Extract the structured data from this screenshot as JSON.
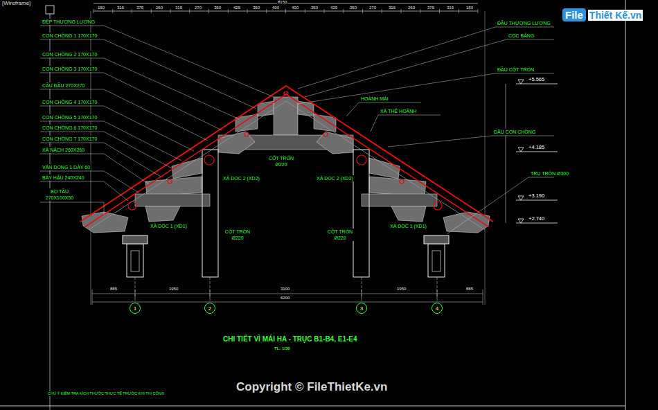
{
  "diagram": {
    "title": "CHI TIẾT VÌ MÁI HA - TRỤC B1-B4, E1-E4",
    "caption": "TL: 1/30",
    "nodes": [
      {
        "text": [
          "1"
        ]
      },
      {
        "text": [
          "2"
        ]
      },
      {
        "text": [
          "3"
        ]
      },
      {
        "text": [
          "4"
        ]
      },
      {
        "text": [
          "File",
          "Thiết Kế.vn"
        ]
      }
    ],
    "labels": [
      "[Wireframe]",
      "8150",
      "150",
      "315",
      "375",
      "260",
      "315",
      "270",
      "350",
      "425",
      "350",
      "400",
      "400",
      "350",
      "425",
      "350",
      "270",
      "315",
      "260",
      "375",
      "315",
      "150",
      "ĐỆP THƯỢNG LƯƠNG",
      "CON CHỒNG 1 170X170",
      "CON CHỒNG 2 170X170",
      "CON CHỒNG 3 170X170",
      "CẦU ĐẦU 270X270",
      "CON CHỒNG 4 170X170",
      "CON CHỒNG 5 170X170",
      "CON CHỒNG 6 170X170",
      "CON CHỒNG 7 170X170",
      "XÀ NÁCH 260X260",
      "VÁN DONG 1 DÀY 60",
      "BẨY HẬU 240X240",
      "BỌ TẦU 270X100X50",
      "ĐẦU THƯỢNG LƯƠNG",
      "CỌC BÁNG",
      "ĐẦU CỘT TRỐN",
      "HOÀNH MÁI",
      "XÀ THỂ HOÀNH",
      "ĐẦU CON CHỒNG",
      "TRỤ TRÒN Ø300",
      "+5.565",
      "+4.185",
      "+3.190",
      "+2.740",
      "CỘT TRỐN Ø220",
      "XÀ DỌC 2 (XD2)",
      "XÀ DỌC 2 (XD2)",
      "XÀ DỌC 1 (XD1)",
      "XÀ DỌC 1 (XD1)",
      "CỘT TRÒN Ø220",
      "CỘT TRÒN Ø220",
      "885",
      "1950",
      "3100",
      "1950",
      "885",
      "6200",
      "CHÚ Ý KIỂM TRA KÍCH THƯỚC THỰC TẾ TRƯỚC KHI THI CÔNG",
      "Copyright © FileThietKe.vn"
    ]
  }
}
